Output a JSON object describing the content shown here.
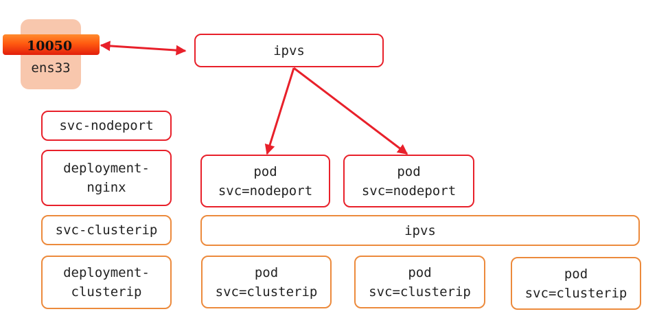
{
  "node": {
    "nic_label": "ens33",
    "port": "10050"
  },
  "top_ipvs": "ipvs",
  "left_column": {
    "svc_nodeport": "svc-nodeport",
    "deployment_nginx": [
      "deployment-",
      "nginx"
    ],
    "svc_clusterip": "svc-clusterip",
    "deployment_clusterip": [
      "deployment-",
      "clusterip"
    ]
  },
  "nodeport_pods": [
    {
      "line1": "pod",
      "line2": "svc=nodeport"
    },
    {
      "line1": "pod",
      "line2": "svc=nodeport"
    }
  ],
  "cluster_ipvs": "ipvs",
  "clusterip_pods": [
    {
      "line1": "pod",
      "line2": "svc=clusterip"
    },
    {
      "line1": "pod",
      "line2": "svc=clusterip"
    },
    {
      "line1": "pod",
      "line2": "svc=clusterip"
    }
  ],
  "colors": {
    "nodeport_border": "#e8202a",
    "clusterip_border": "#ec8a3c",
    "arrow": "#e8202a",
    "nic_fill": "#f8c7ad"
  }
}
